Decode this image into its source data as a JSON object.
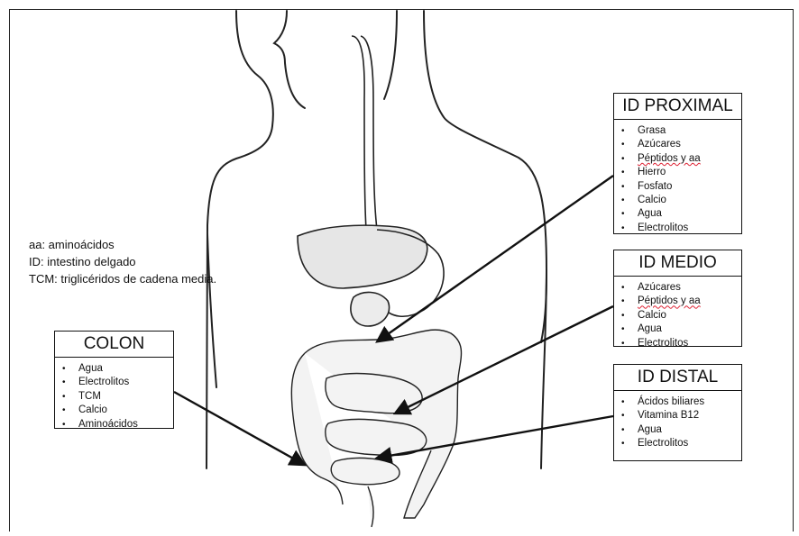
{
  "legend": [
    "aa: aminoácidos",
    "ID: intestino delgado",
    "TCM: triglicéridos de cadena media."
  ],
  "boxes": {
    "id_proximal": {
      "title": "ID PROXIMAL",
      "items": [
        "Grasa",
        "Azúcares",
        "Péptidos y aa",
        "Hierro",
        "Fosfato",
        "Calcio",
        "Agua",
        "Electrolitos"
      ]
    },
    "id_medio": {
      "title": "ID MEDIO",
      "items": [
        "Azúcares",
        "Péptidos y aa",
        "Calcio",
        "Agua",
        "Electrolitos"
      ]
    },
    "id_distal": {
      "title": "ID DISTAL",
      "items": [
        "Ácidos biliares",
        "Vitamina B12",
        "Agua",
        "Electrolitos"
      ]
    },
    "colon": {
      "title": "COLON",
      "items": [
        "Agua",
        "Electrolitos",
        "TCM",
        "Calcio",
        "Aminoácidos"
      ]
    }
  }
}
